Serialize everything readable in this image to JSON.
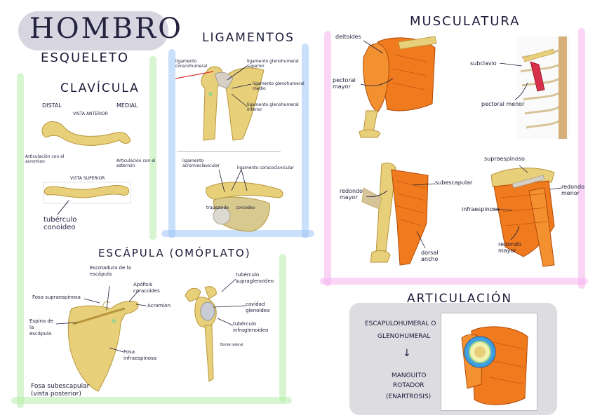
{
  "title": "HOMBRO",
  "sections": {
    "esqueleto": "ESQUELETO",
    "clavicula": "CLAVÍCULA",
    "ligamentos": "LIGAMENTOS",
    "musculatura": "MUSCULATURA",
    "escapula": "ESCÁPULA (OMÓPLATO)",
    "articulacion": "ARTICULACIÓN"
  },
  "clavicula": {
    "distal": "DISTAL",
    "medial": "MEDIAL",
    "vista_anterior": "VISTA ANTERIOR",
    "vista_superior": "VISTA SUPERIOR",
    "art_acromion": "Articulación con el acromion",
    "art_esternon": "Articulación con el esternón",
    "tuberculo": "tubérculo conoideo"
  },
  "ligamentos": {
    "coracohumeral": "ligamento coracohumeral",
    "gh_superior": "ligamento glenohumeral superior",
    "gh_medio": "ligamento glenohumeral medio",
    "gh_inferior": "ligamento glenohumeral inferior",
    "acromioclavicular": "ligamento acromioclavicular",
    "coracoclavicular": "ligamento coracoclavicular",
    "trapezoide": "trapezoide",
    "conoideo": "conoideo"
  },
  "musculatura": {
    "deltoides": "deltoides",
    "pectoral_mayor": "pectoral mayor",
    "subclavio": "subclavio",
    "pectoral_menor": "pectoral menor",
    "subescapular": "subescapular",
    "redondo_mayor_a": "redondo mayor",
    "dorsal_ancho": "dorsal ancho",
    "supraespinoso": "supraespinoso",
    "redondo_menor": "redondo menor",
    "infraespinoso": "infraespinoso",
    "redondo_mayor_b": "redondo mayor"
  },
  "escapula": {
    "escotadura": "Escotadura de la escápula",
    "apofisis": "Apófisis coracoides",
    "acromion": "Acromion",
    "fosa_supra": "Fosa supraespinosa",
    "espina": "Espina de la escápula",
    "fosa_infra": "Fosa infraespinosa",
    "fosa_sub": "Fosa subescapular (vista posterior)",
    "tub_supra": "tubérculo supraglenoideo",
    "cavidad": "cavidad glenoidea",
    "tub_infra": "tubérculo infraglenoideo",
    "borde_lateral": "Borde lateral"
  },
  "articulacion": {
    "line1": "ESCAPULOHUMERAL O",
    "line2": "GLENOHUMERAL",
    "arrow": "↓",
    "line3": "MANGUITO",
    "line4": "ROTADOR",
    "line5": "(ENARTROSIS)"
  },
  "colors": {
    "green_band": "#b6ecaa",
    "blue_band": "#9cc4f5",
    "pink_band": "#f6b2ee",
    "bone": "#e8cf7a",
    "muscle": "#f07a1e",
    "title_pill": "#d7d6e0"
  }
}
